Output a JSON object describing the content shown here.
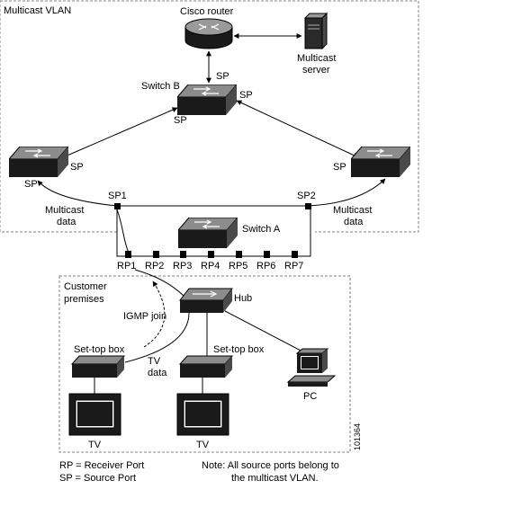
{
  "regions": {
    "multicast_vlan": "Multicast VLAN",
    "customer_premises_line1": "Customer",
    "customer_premises_line2": "premises"
  },
  "devices": {
    "router": "Cisco router",
    "server_line1": "Multicast",
    "server_line2": "server",
    "switch_b": "Switch B",
    "switch_a": "Switch A",
    "hub": "Hub",
    "settop_left": "Set-top box",
    "settop_mid": "Set-top box",
    "tv_left": "TV",
    "tv_mid": "TV",
    "pc": "PC"
  },
  "ports": {
    "sp": "SP",
    "sp1": "SP1",
    "sp2": "SP2",
    "receiver_ports": [
      "RP1",
      "RP2",
      "RP3",
      "RP4",
      "RP5",
      "RP6",
      "RP7"
    ]
  },
  "flows": {
    "multicast_data_left_1": "Multicast",
    "multicast_data_left_2": "data",
    "multicast_data_right_1": "Multicast",
    "multicast_data_right_2": "data",
    "igmp_join": "IGMP join",
    "tv_data_1": "TV",
    "tv_data_2": "data"
  },
  "legend": {
    "rp": "RP = Receiver Port",
    "sp": "SP = Source Port",
    "note_line1": "Note: All source ports belong to",
    "note_line2": "the multicast VLAN."
  },
  "figure_id": "101364"
}
